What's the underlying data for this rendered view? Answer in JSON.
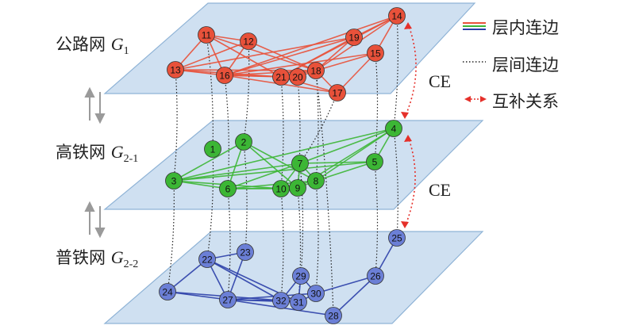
{
  "layers": {
    "road": {
      "label": "公路网",
      "symbol": "G",
      "sub": "1"
    },
    "hsr": {
      "label": "高铁网",
      "symbol": "G",
      "sub": "2-1"
    },
    "normal": {
      "label": "普铁网",
      "symbol": "G",
      "sub": "2-2"
    }
  },
  "ce_labels": [
    "CE",
    "CE"
  ],
  "legend": {
    "intra": "层内连边",
    "inter": "层间连边",
    "complement": "互补关系"
  },
  "colors": {
    "road": "#e8513a",
    "road_edge": "#e8513a",
    "hsr": "#3cb635",
    "hsr_edge": "#3cb635",
    "normal": "#6b7fd6",
    "normal_edge": "#2b3fa8",
    "complement": "#e5302a"
  },
  "nodes": {
    "road": [
      "11",
      "12",
      "13",
      "14",
      "15",
      "16",
      "17",
      "18",
      "19",
      "20",
      "21"
    ],
    "hsr": [
      "1",
      "2",
      "3",
      "4",
      "5",
      "6",
      "7",
      "8",
      "9",
      "10"
    ],
    "normal": [
      "22",
      "23",
      "24",
      "25",
      "26",
      "27",
      "28",
      "29",
      "30",
      "31",
      "32"
    ]
  }
}
